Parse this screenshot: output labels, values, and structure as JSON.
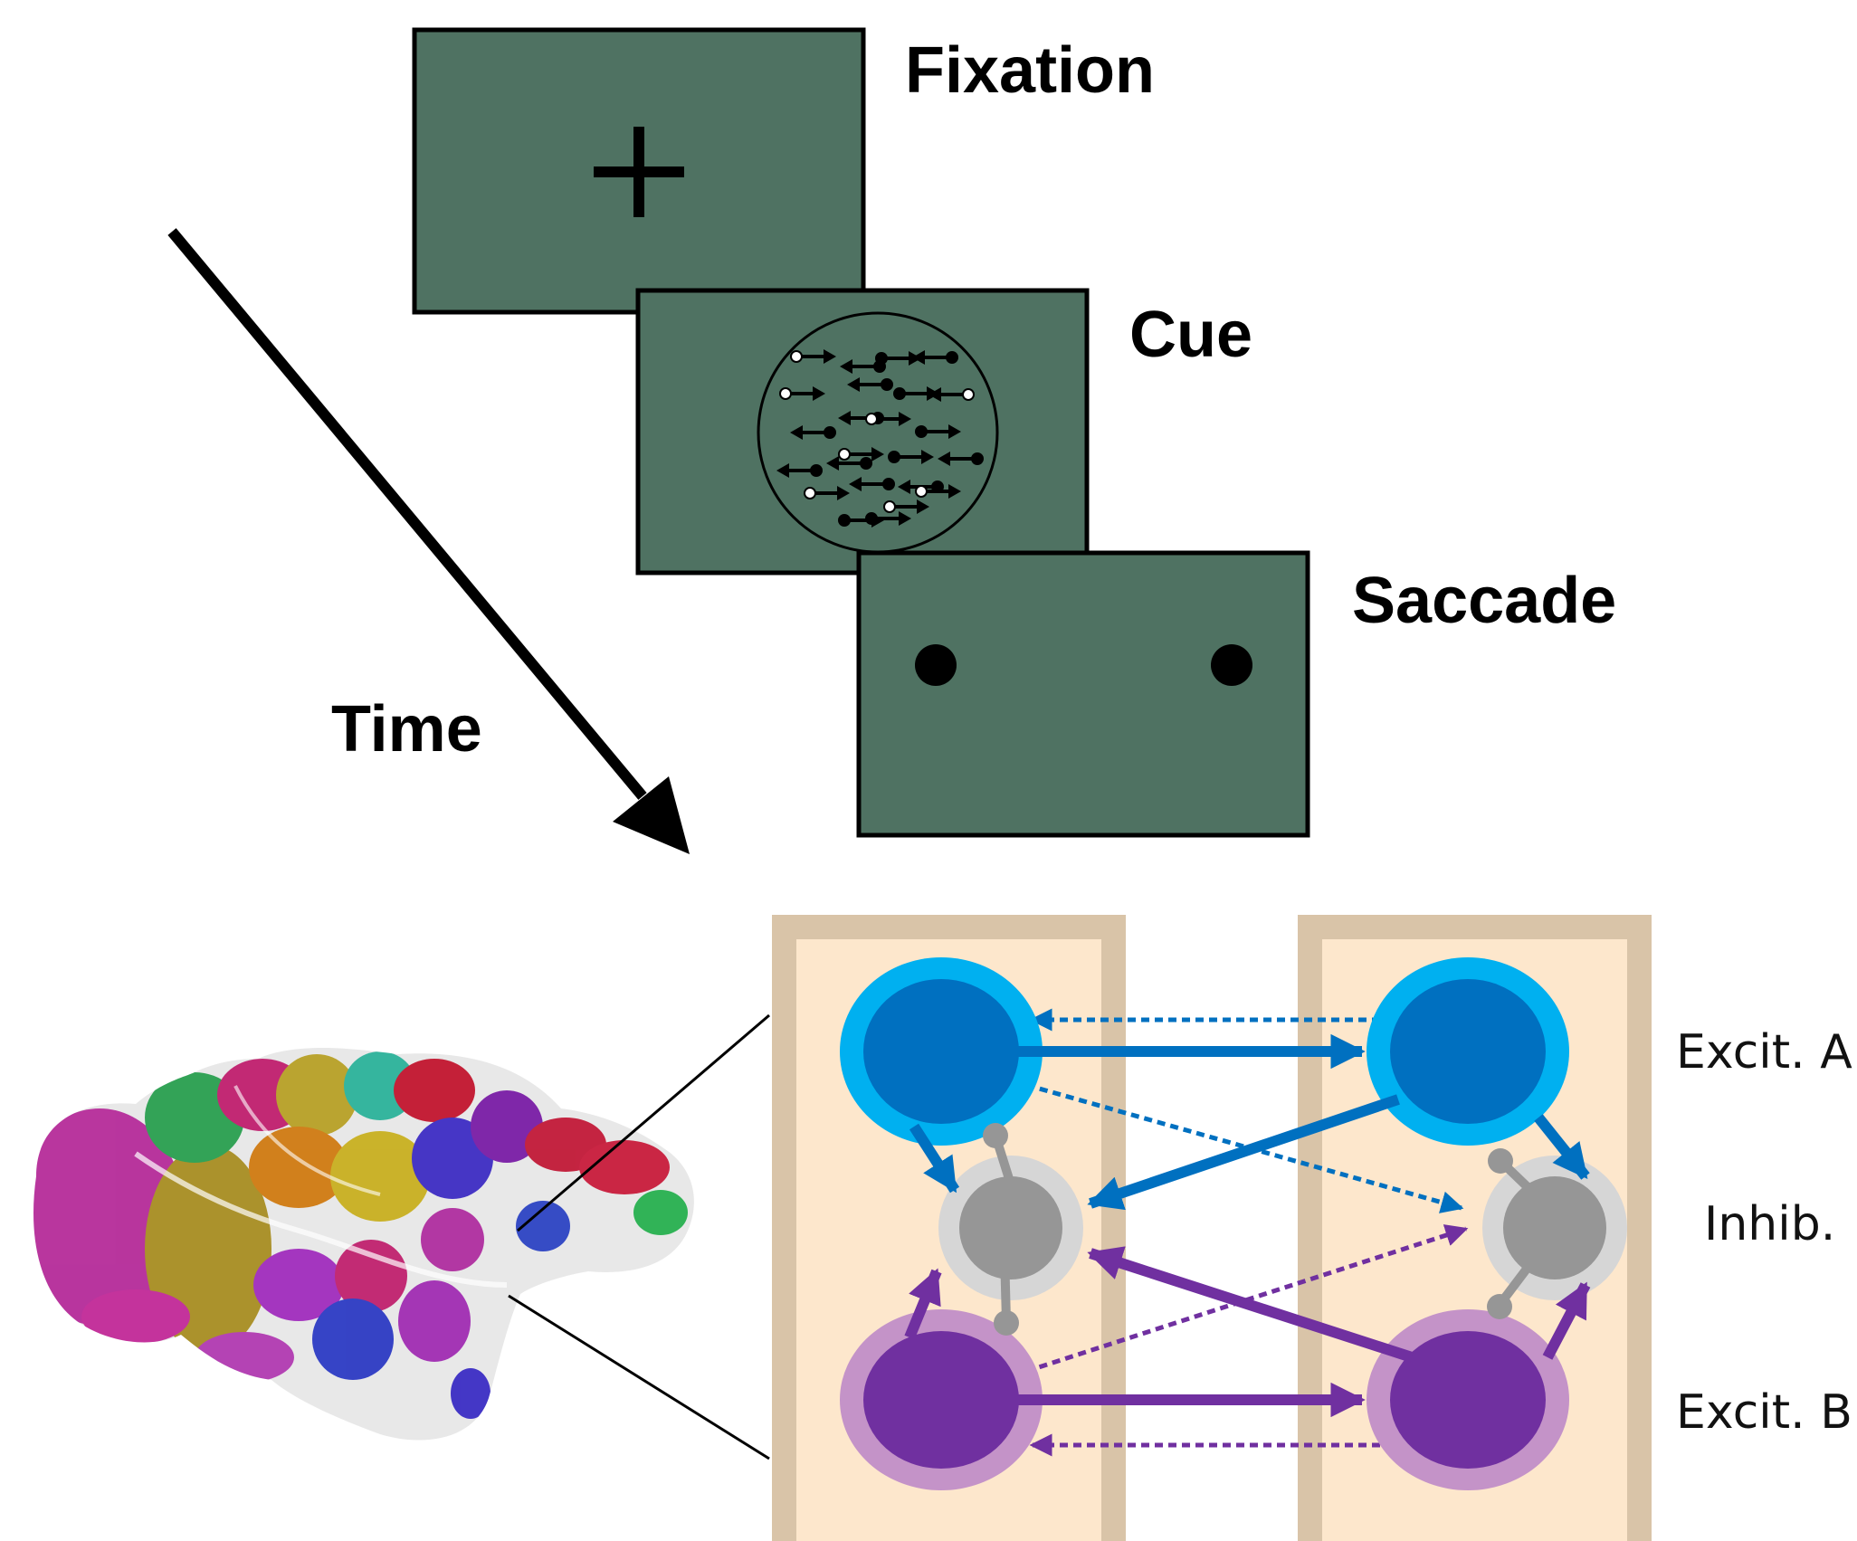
{
  "task": {
    "stages": [
      {
        "label": "Fixation"
      },
      {
        "label": "Cue"
      },
      {
        "label": "Saccade"
      }
    ],
    "time_label": "Time"
  },
  "circuit": {
    "population_labels": [
      "Excit. A",
      "Inhib.",
      "Excit. B"
    ]
  },
  "colors": {
    "screen_fill": "#4f7262",
    "excit_a": "#0070c0",
    "excit_a_halo": "#00b0f0",
    "inhib": "#969696",
    "inhib_halo": "#d6d6d6",
    "excit_b": "#7030a0",
    "excit_b_halo": "#c493c8",
    "column_frame": "#d9c4a8",
    "column_fill": "#fde7cc"
  },
  "icons": [
    "fixation-cross-icon",
    "random-dot-motion-icon",
    "saccade-target-icon",
    "brain-surface-icon"
  ]
}
